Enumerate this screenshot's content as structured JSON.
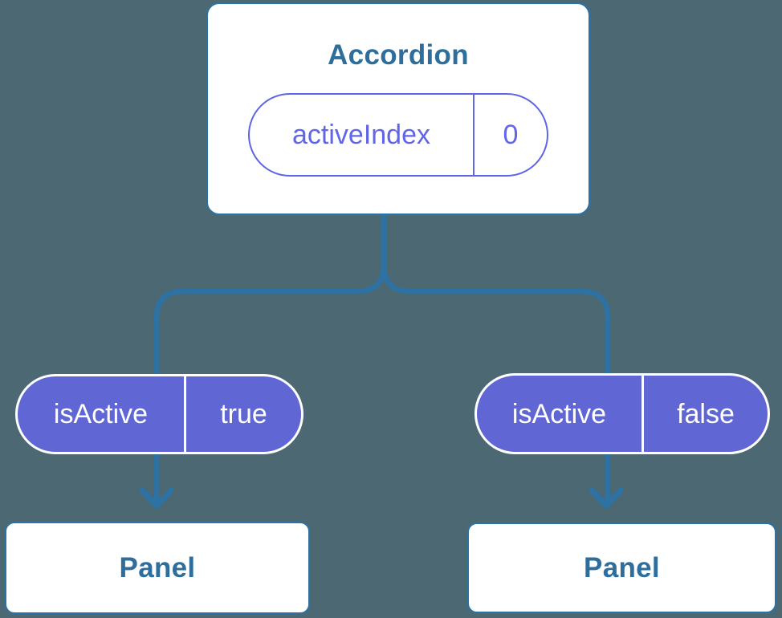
{
  "theme": {
    "bg": "#4C6872",
    "line-blue": "#2C72A5",
    "text-blue": "#2D6E9D",
    "purple-line": "#6164E4",
    "purple-text": "#6165E8",
    "pill-fill": "#6067D4",
    "pill-text": "#FFFFFF",
    "node-bg": "#FFFFFF"
  },
  "tree": {
    "root": {
      "label": "Accordion",
      "state": {
        "key": "activeIndex",
        "value": "0"
      }
    },
    "children": [
      {
        "label": "Panel",
        "state": {
          "key": "isActive",
          "value": "true"
        }
      },
      {
        "label": "Panel",
        "state": {
          "key": "isActive",
          "value": "false"
        }
      }
    ]
  }
}
